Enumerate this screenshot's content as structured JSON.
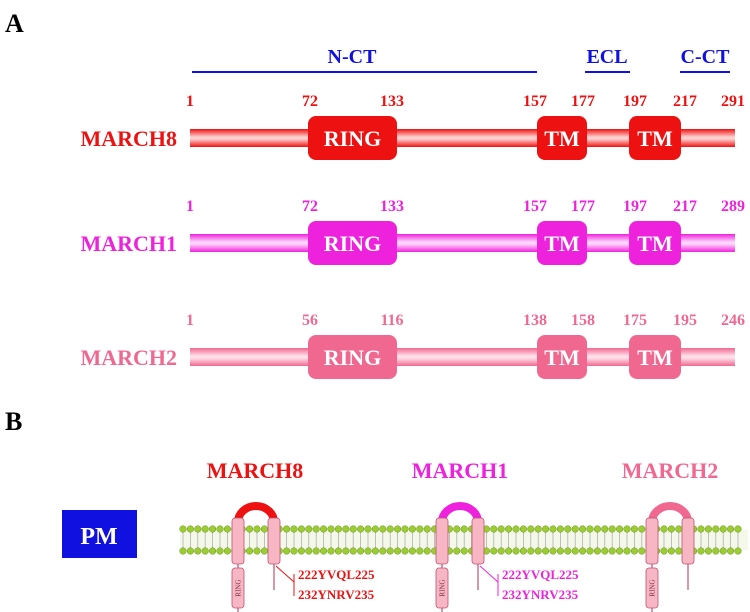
{
  "panel_a": {
    "label": "A",
    "regions": [
      {
        "name": "N-CT",
        "color": "#1010e0"
      },
      {
        "name": "ECL",
        "color": "#1010e0"
      },
      {
        "name": "C-CT",
        "color": "#1010e0"
      }
    ],
    "proteins": [
      {
        "name": "MARCH8",
        "color": "#ee1111",
        "light": "#ffd0d0",
        "positions": [
          "1",
          "72",
          "133",
          "157",
          "177",
          "197",
          "217",
          "291"
        ],
        "domains": [
          "RING",
          "TM",
          "TM"
        ]
      },
      {
        "name": "MARCH1",
        "color": "#ee22dd",
        "light": "#ffd6fb",
        "positions": [
          "1",
          "72",
          "133",
          "157",
          "177",
          "197",
          "217",
          "289"
        ],
        "domains": [
          "RING",
          "TM",
          "TM"
        ]
      },
      {
        "name": "MARCH2",
        "color": "#f06890",
        "light": "#ffe0ea",
        "positions": [
          "1",
          "56",
          "116",
          "138",
          "158",
          "175",
          "195",
          "246"
        ],
        "domains": [
          "RING",
          "TM",
          "TM"
        ]
      }
    ]
  },
  "panel_b": {
    "label": "B",
    "pm_label": "PM",
    "pm_color": "#1010e0",
    "membrane_head_color": "#9acd32",
    "proteins": [
      {
        "name": "MARCH8",
        "color": "#ee1111",
        "ring_label": "RING",
        "motifs": [
          "222YVQL225",
          "232YNRV235"
        ]
      },
      {
        "name": "MARCH1",
        "color": "#ee22dd",
        "ring_label": "RING",
        "motifs": [
          "222YVQL225",
          "232YNRV235"
        ]
      },
      {
        "name": "MARCH2",
        "color": "#f06890",
        "ring_label": "RING",
        "motifs": []
      }
    ],
    "motif_color": "#ee1111",
    "motif_color_alt": "#ee22dd"
  }
}
